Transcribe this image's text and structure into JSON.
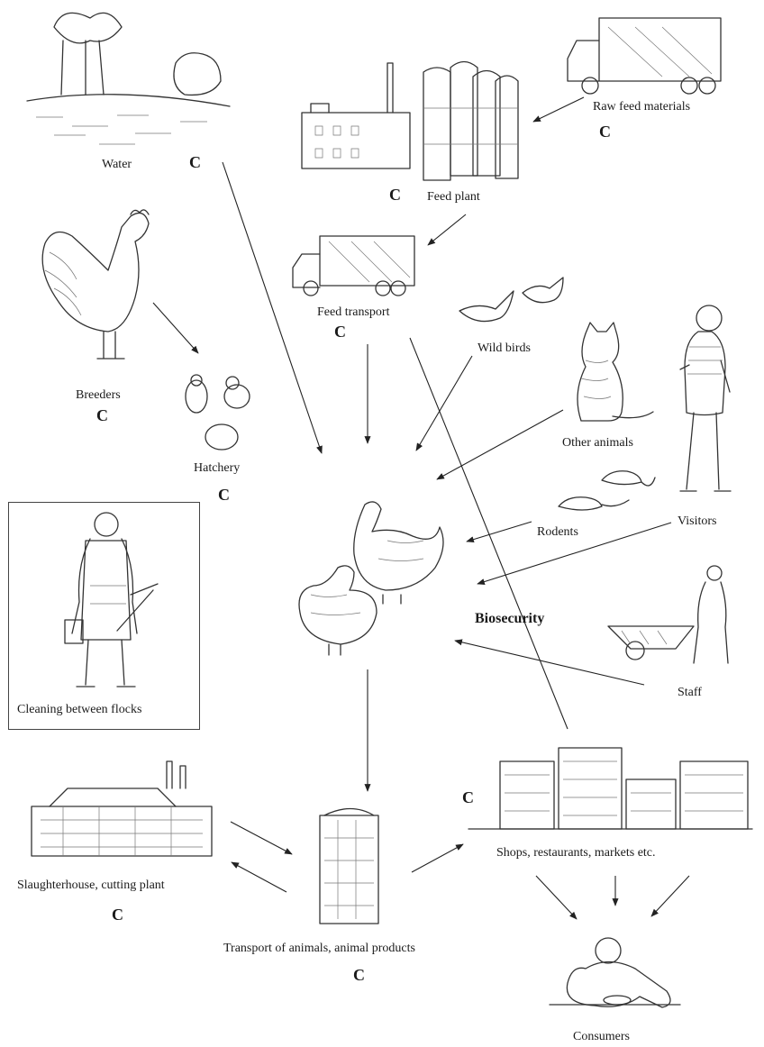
{
  "diagram": {
    "nodes": {
      "water": {
        "label": "Water",
        "mark": "C"
      },
      "feed_plant": {
        "label": "Feed plant",
        "mark": "C"
      },
      "raw_feed": {
        "label": "Raw feed materials",
        "mark": "C"
      },
      "feed_transport": {
        "label": "Feed transport",
        "mark": "C"
      },
      "wild_birds": {
        "label": "Wild birds"
      },
      "other_animals": {
        "label": "Other animals"
      },
      "breeders": {
        "label": "Breeders",
        "mark": "C"
      },
      "hatchery": {
        "label": "Hatchery",
        "mark": "C"
      },
      "rodents": {
        "label": "Rodents"
      },
      "visitors": {
        "label": "Visitors"
      },
      "staff": {
        "label": "Staff"
      },
      "cleaning": {
        "label": "Cleaning between flocks"
      },
      "biosecurity": {
        "label": "Biosecurity"
      },
      "slaughterhouse": {
        "label": "Slaughterhouse, cutting plant",
        "mark": "C"
      },
      "transport_animals": {
        "label": "Transport of animals, animal products",
        "mark": "C"
      },
      "shops": {
        "label": "Shops, restaurants, markets etc.",
        "mark": "C"
      },
      "consumers": {
        "label": "Consumers"
      }
    },
    "icons": [
      "water-landscape-icon",
      "factory-icon",
      "silo-icon",
      "truck-icon",
      "rooster-icon",
      "chick-icon",
      "egg-icon",
      "wild-bird-icon",
      "cat-icon",
      "rat-icon",
      "person-icon",
      "hens-icon",
      "worker-with-wheelbarrow-icon",
      "protective-suit-worker-icon",
      "slaughterhouse-icon",
      "cattle-truck-icon",
      "shop-row-icon",
      "consumer-eating-icon"
    ]
  }
}
